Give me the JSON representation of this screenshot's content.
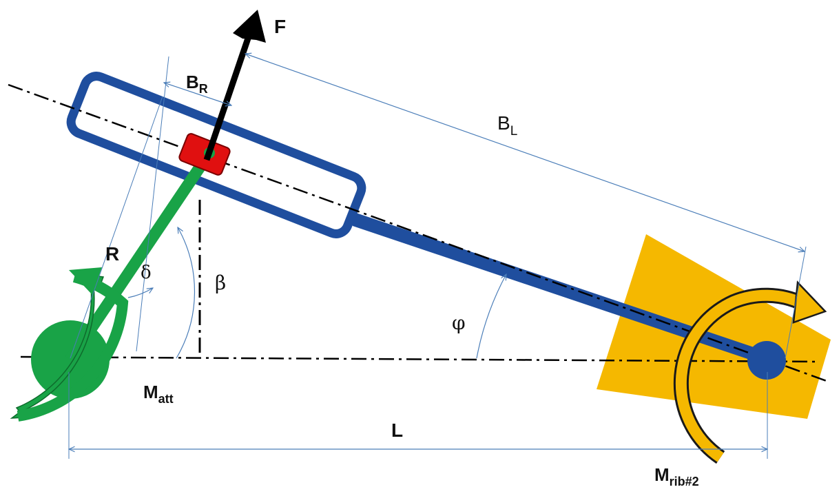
{
  "labels": {
    "force": "F",
    "br_main": "B",
    "br_sub": "R",
    "bl_main": "B",
    "bl_sub": "L",
    "radius": "R",
    "delta": "δ",
    "beta": "β",
    "phi": "φ",
    "matt_main": "M",
    "matt_sub": "att",
    "length": "L",
    "mrib_main": "M",
    "mrib_sub": "rib#2"
  },
  "colors": {
    "lever_blue": "#1F4E9E",
    "attachment_green": "#19A347",
    "rib_yellow": "#F5B800",
    "slider_red": "#E01010",
    "force_black": "#000000",
    "dimension_line": "#4A7DB8",
    "center_line": "#000000"
  }
}
